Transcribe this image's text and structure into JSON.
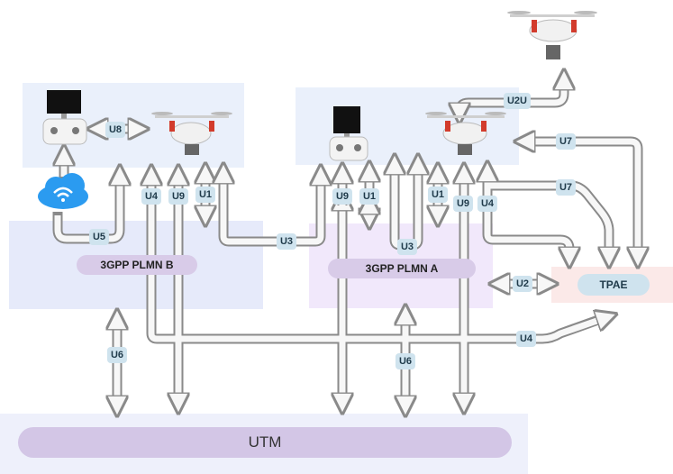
{
  "networks": {
    "plmn_b": "3GPP PLMN B",
    "plmn_a": "3GPP PLMN A",
    "tpae": "TPAE",
    "utm": "UTM"
  },
  "interfaces": {
    "u8": "U8",
    "u5": "U5",
    "u4_b": "U4",
    "u9_b": "U9",
    "u1_b": "U1",
    "u3_mid": "U3",
    "u9_a": "U9",
    "u1_a_left": "U1",
    "u3_a": "U3",
    "u1_a_right": "U1",
    "u9_a_right": "U9",
    "u4_a": "U4",
    "u2u": "U2U",
    "u7_top": "U7",
    "u7_mid": "U7",
    "u2": "U2",
    "u4_bottom": "U4",
    "u6_left": "U6",
    "u6_right": "U6"
  },
  "colors": {
    "plmn_b_region": "#e6eafa",
    "plmn_a_region": "#f1e8fb",
    "tpae_region": "#fbe9e8",
    "uav_panel": "#eaf0fb",
    "arrow_fill": "#f7f7f7",
    "arrow_stroke": "#8a8a8a",
    "label_bg": "#cfe3ee",
    "network_pill": "#d8cbe8",
    "utm_band": "#eef0fb",
    "cloud": "#2b9bf0"
  },
  "icons": [
    "controller-icon",
    "drone-icon",
    "wifi-cloud-icon"
  ]
}
